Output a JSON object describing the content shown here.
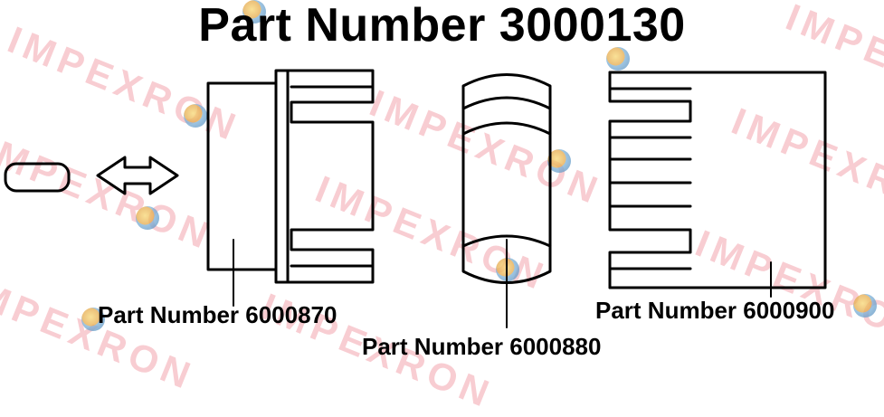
{
  "title": "Part Number 3000130",
  "labels": {
    "left_part": "Part Number 6000870",
    "middle_part": "Part Number 6000880",
    "right_part": "Part Number 6000900"
  },
  "watermark": {
    "text": "IMPEXRON",
    "color": "#e43c50"
  },
  "colors": {
    "line": "#000000",
    "background": "#ffffff"
  },
  "icons": [
    "double-arrow-icon",
    "globe-icon"
  ]
}
